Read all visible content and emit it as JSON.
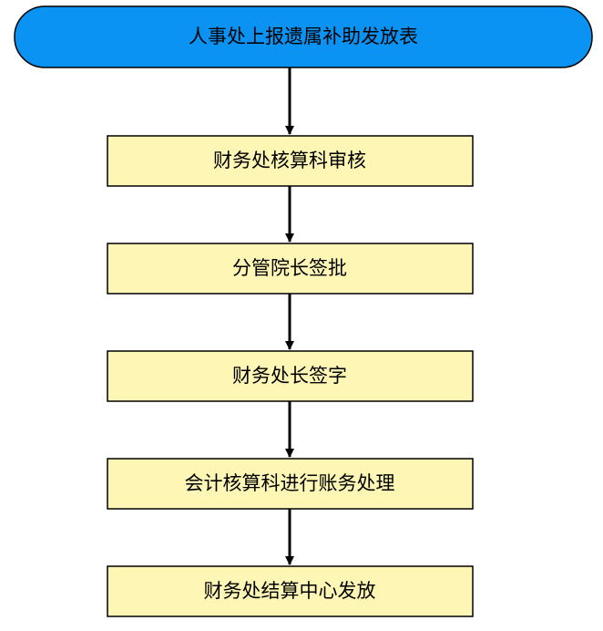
{
  "colors": {
    "start_fill": "#0a93f2",
    "start_stroke": "#000000",
    "step_fill": "#fdf6b5",
    "step_stroke": "#000000",
    "arrow": "#000000",
    "text": "#000000"
  },
  "start": {
    "label": "人事处上报遗属补助发放表"
  },
  "steps": [
    {
      "label": "财务处核算科审核"
    },
    {
      "label": "分管院长签批"
    },
    {
      "label": "财务处长签字"
    },
    {
      "label": "会计核算科进行账务处理"
    },
    {
      "label": "财务处结算中心发放"
    }
  ]
}
